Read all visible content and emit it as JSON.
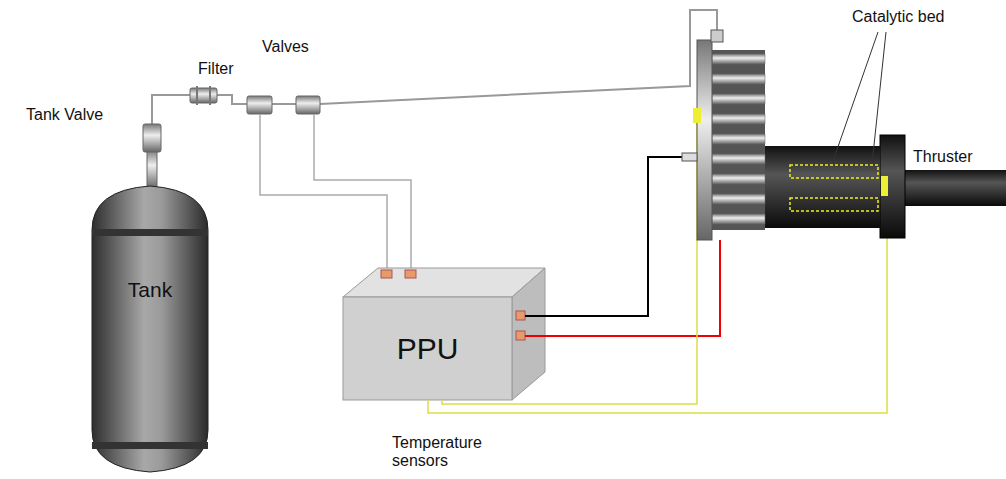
{
  "diagram": {
    "nodes": [
      {
        "text": [
          "Tank"
        ]
      },
      {
        "text": [
          "PPU"
        ]
      }
    ],
    "labels": [
      "Tank Valve",
      "Filter",
      "Valves",
      "Catalytic bed",
      "Thruster",
      "Temperature sensors"
    ]
  }
}
